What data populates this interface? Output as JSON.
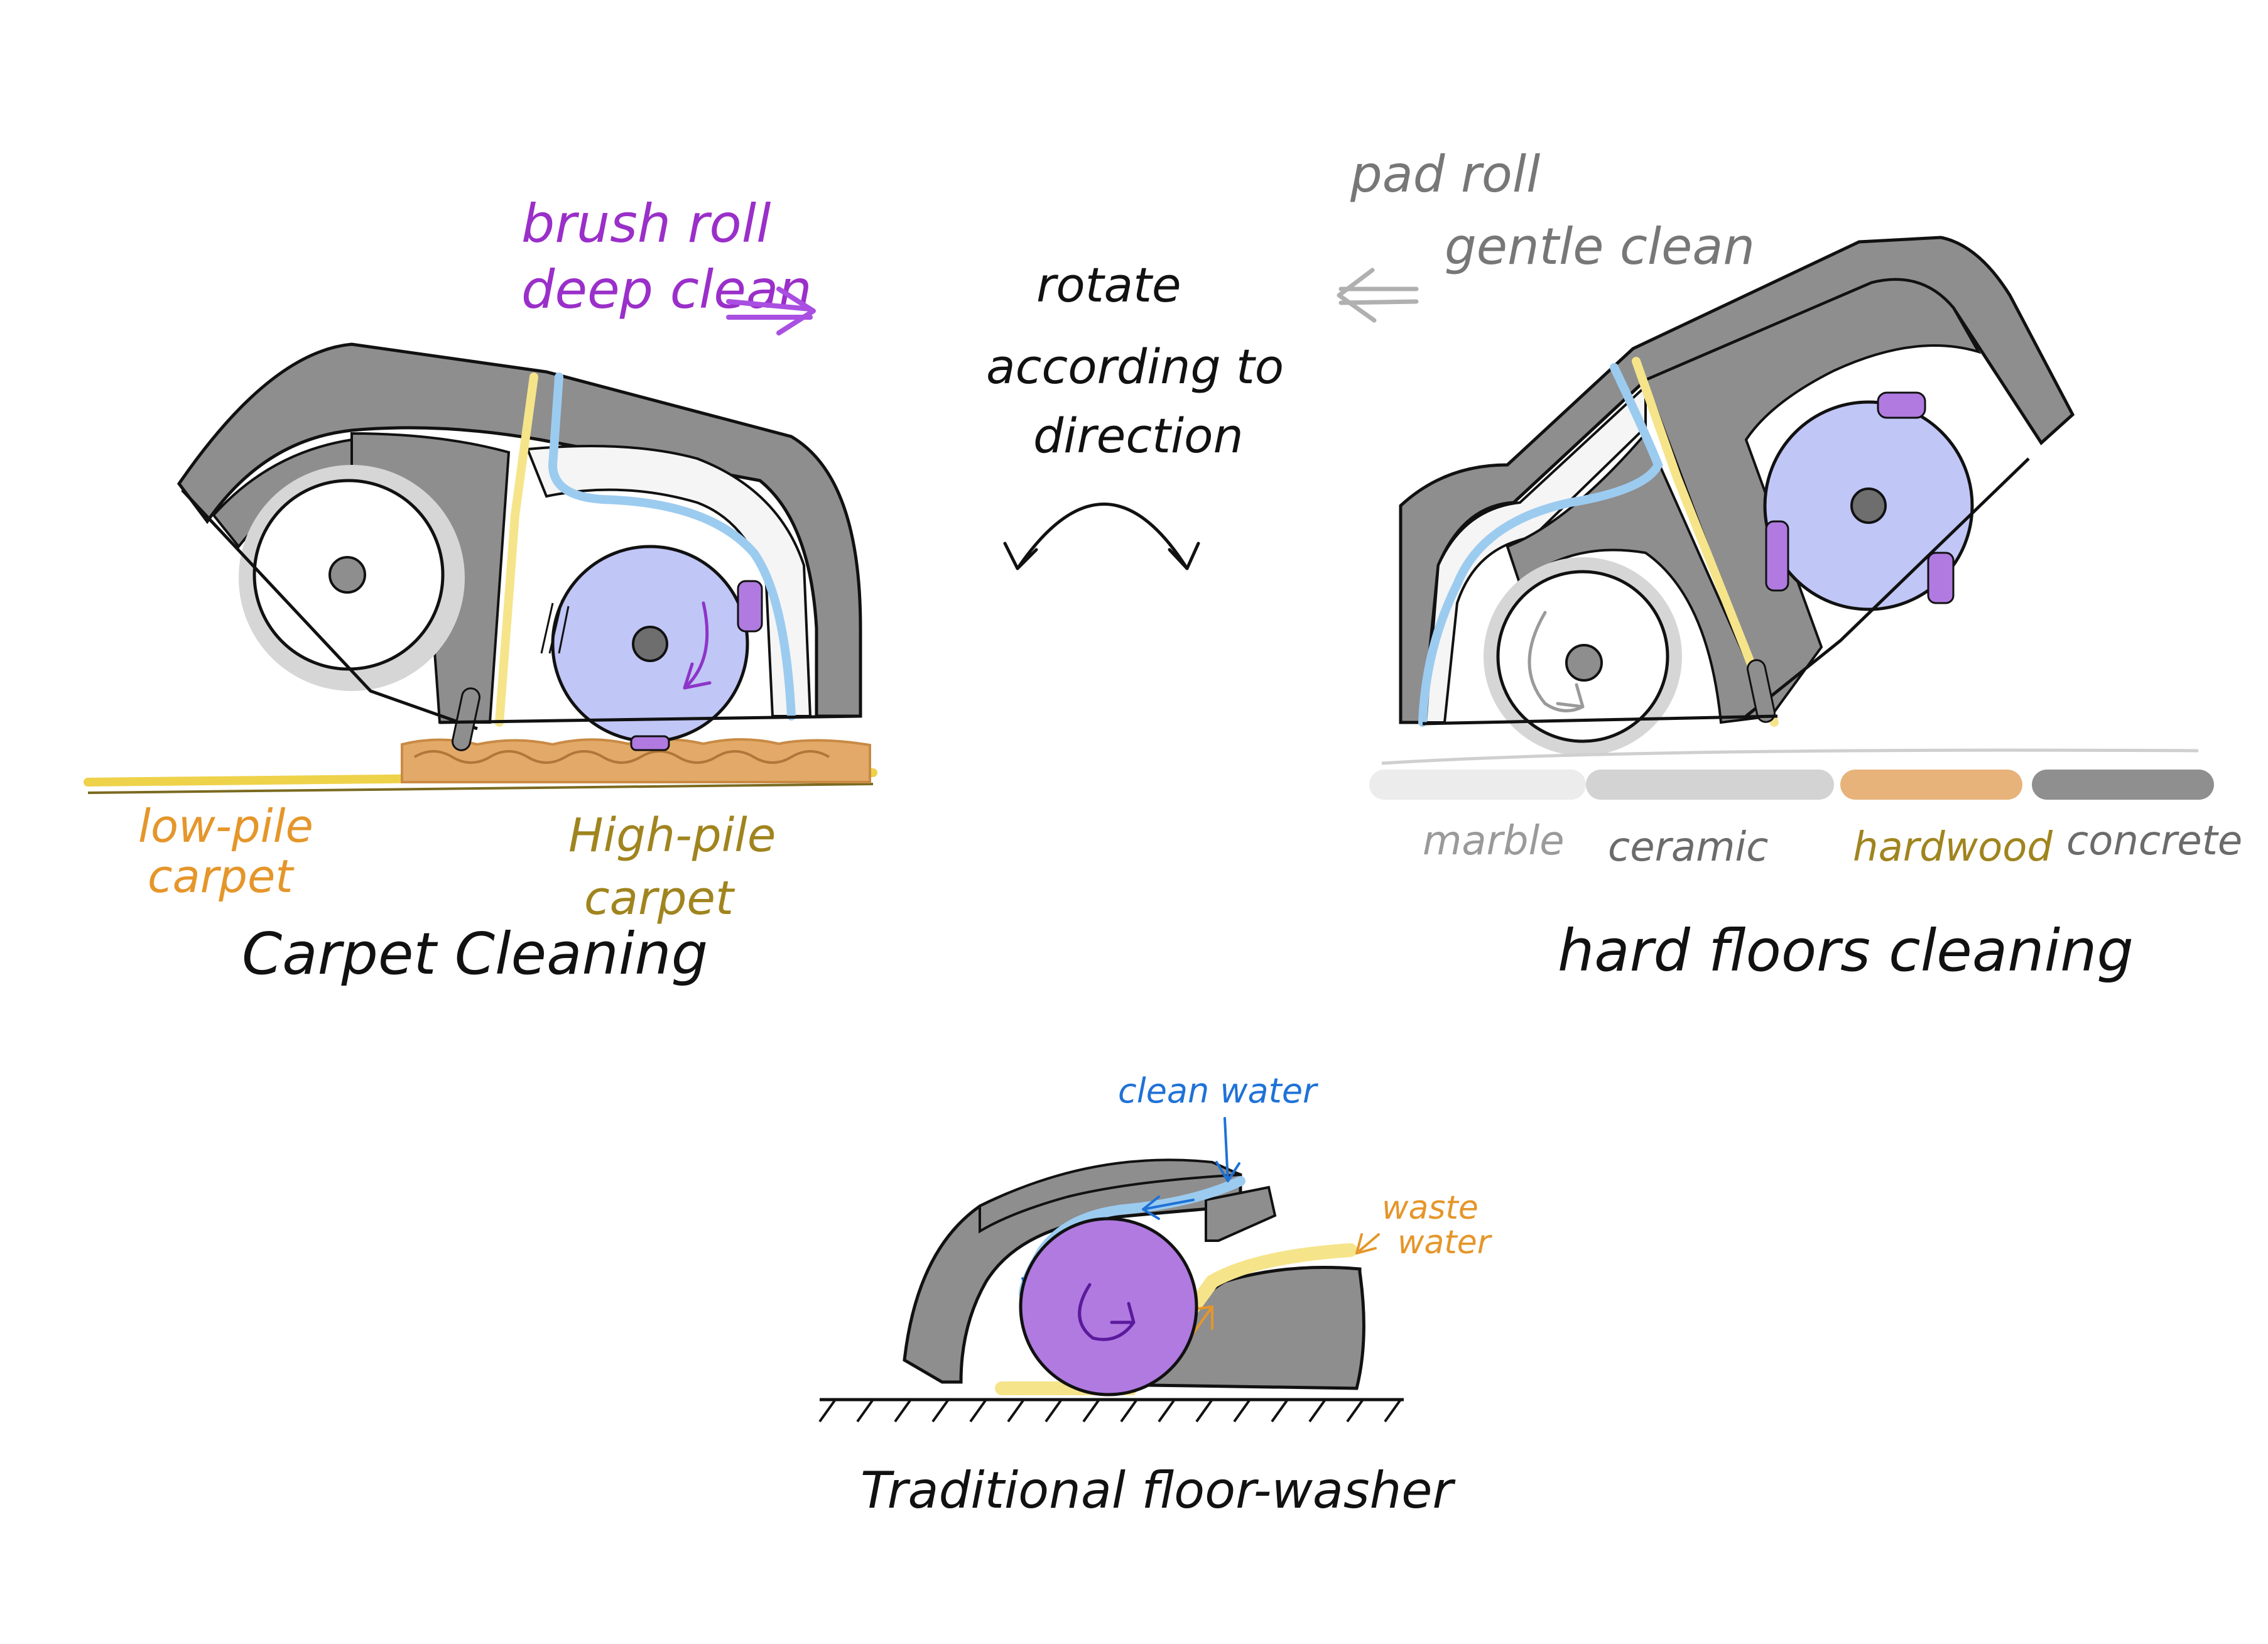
{
  "colors": {
    "gray_shell": "#8e8e8e",
    "light_gray": "#d6d6d6",
    "ink": "#111111",
    "brush_roll": "#c0c6f6",
    "purple_roll": "#b07ae0",
    "purple_text": "#9a2fc9",
    "clean_water": "#9ccbf0",
    "clean_water_text": "#1f72d6",
    "waste_water": "#f6e48a",
    "waste_text": "#e5962a",
    "carpet_high": "#e2a968",
    "carpet_low": "#eed24a",
    "carpet_text": "#a0841e",
    "marble": "#ececec",
    "ceramic": "#d3d3d3",
    "hardwood": "#e7b37b",
    "concrete": "#8f8f8f"
  },
  "carpet_cleaning": {
    "title": "Carpet Cleaning",
    "mode_line1": "brush roll",
    "mode_line2": "deep clean",
    "low_pile_line1": "low-pile",
    "low_pile_line2": "carpet",
    "high_pile_line1": "High-pile",
    "high_pile_line2": "carpet"
  },
  "rotate_note": {
    "line1": "rotate",
    "line2": "according to",
    "line3": "direction"
  },
  "hard_floors": {
    "title": "hard floors cleaning",
    "mode_line1": "pad roll",
    "mode_line2": "gentle clean",
    "floor_types": [
      {
        "label": "marble",
        "color": "#ececec",
        "text_color": "#9a9a9a"
      },
      {
        "label": "ceramic",
        "color": "#d3d3d3",
        "text_color": "#6b6b6b"
      },
      {
        "label": "hardwood",
        "color": "#e7b37b",
        "text_color": "#a0841e"
      },
      {
        "label": "concrete",
        "color": "#8f8f8f",
        "text_color": "#6b6b6b"
      }
    ]
  },
  "traditional": {
    "title": "Traditional floor-washer",
    "clean_water": "clean water",
    "waste_line1": "waste",
    "waste_line2": "water"
  }
}
